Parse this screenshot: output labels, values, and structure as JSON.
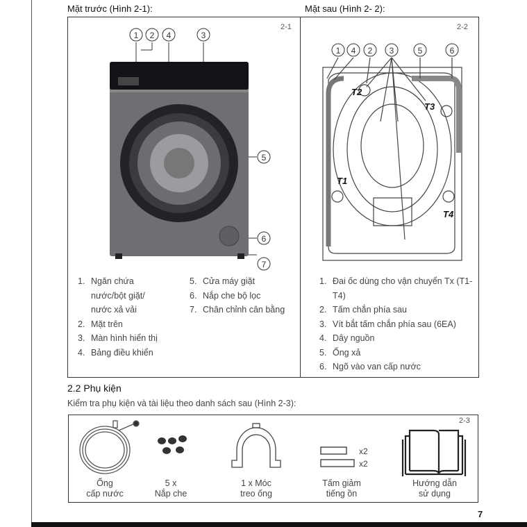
{
  "front": {
    "title": "Mặt trước (Hình 2-1):",
    "fig": "2-1",
    "callouts": [
      "1",
      "2",
      "4",
      "3",
      "5",
      "6",
      "7"
    ],
    "items": [
      {
        "n": "1.",
        "text": "Ngăn chứa nước/bột giặt/ nước xả vải"
      },
      {
        "n": "2.",
        "text": "Mặt trên"
      },
      {
        "n": "3.",
        "text": "Màn hình hiển thị"
      },
      {
        "n": "4.",
        "text": "Bảng điều khiển"
      },
      {
        "n": "5.",
        "text": "Cửa máy giặt"
      },
      {
        "n": "6.",
        "text": "Nắp che bộ lọc"
      },
      {
        "n": "7.",
        "text": "Chân chỉnh cân bằng"
      }
    ]
  },
  "rear": {
    "title": "Mặt sau (Hình 2- 2):",
    "fig": "2-2",
    "callouts": [
      "1",
      "4",
      "2",
      "3",
      "5",
      "6"
    ],
    "bolt_labels": [
      "T1",
      "T2",
      "T3",
      "T4"
    ],
    "items": [
      {
        "n": "1.",
        "text": "Đai ốc dùng cho vận chuyển Tx (T1-T4)"
      },
      {
        "n": "2.",
        "text": "Tấm chắn phía sau"
      },
      {
        "n": "3.",
        "text": "Vít bắt tấm chắn phía sau (6EA)"
      },
      {
        "n": "4.",
        "text": "Dây nguồn"
      },
      {
        "n": "5.",
        "text": "Ống xả"
      },
      {
        "n": "6.",
        "text": "Ngõ vào van cấp nước"
      }
    ]
  },
  "accessories": {
    "heading": "2.2 Phụ kiện",
    "intro": "Kiểm tra phụ kiện và tài liệu theo danh sách sau (Hình 2-3):",
    "fig": "2-3",
    "qty_pad_1": "x2",
    "qty_pad_2": "x2",
    "items": [
      {
        "line1": "Ống",
        "line2": "cấp nước"
      },
      {
        "line1": "5 x",
        "line2": "Nắp che"
      },
      {
        "line1": "1 x Móc",
        "line2": "treo ống"
      },
      {
        "line1": "Tấm giảm",
        "line2": "tiếng ồn"
      },
      {
        "line1": "Hướng dẫn",
        "line2": "sử dụng"
      }
    ]
  },
  "page_number": "7"
}
